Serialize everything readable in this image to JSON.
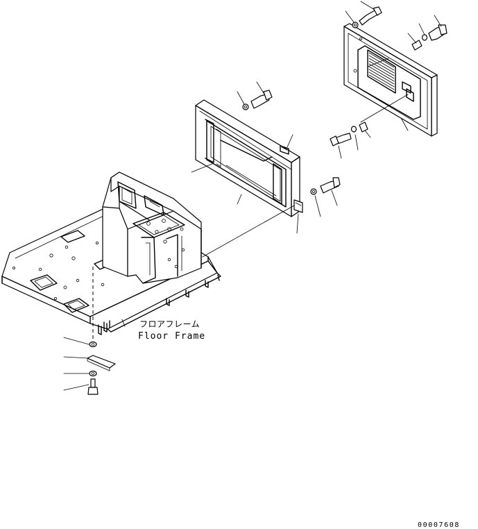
{
  "labels": {
    "floor_frame_jp": "フロアフレーム",
    "floor_frame_en": "Floor Frame"
  },
  "drawing_number": "00007608",
  "leaders": [
    {
      "name": "leader-top-washer"
    },
    {
      "name": "leader-top-bolt"
    },
    {
      "name": "leader-panel-bolt"
    },
    {
      "name": "leader-panel-washer"
    },
    {
      "name": "leader-panel-collar"
    },
    {
      "name": "leader-panel-cover"
    },
    {
      "name": "leader-clip-nut"
    },
    {
      "name": "leader-side-washer"
    },
    {
      "name": "leader-side-bolt"
    },
    {
      "name": "leader-frame-bolt"
    },
    {
      "name": "leader-frame-washer"
    },
    {
      "name": "leader-frame-lower-bolt"
    },
    {
      "name": "leader-frame-lower-washer"
    },
    {
      "name": "leader-frame-bracket"
    },
    {
      "name": "leader-frame-body"
    },
    {
      "name": "leader-frame-inner"
    },
    {
      "name": "leader-floor-washer"
    },
    {
      "name": "leader-floor-plate"
    },
    {
      "name": "leader-floor-lockwasher"
    },
    {
      "name": "leader-floor-bolt"
    }
  ]
}
